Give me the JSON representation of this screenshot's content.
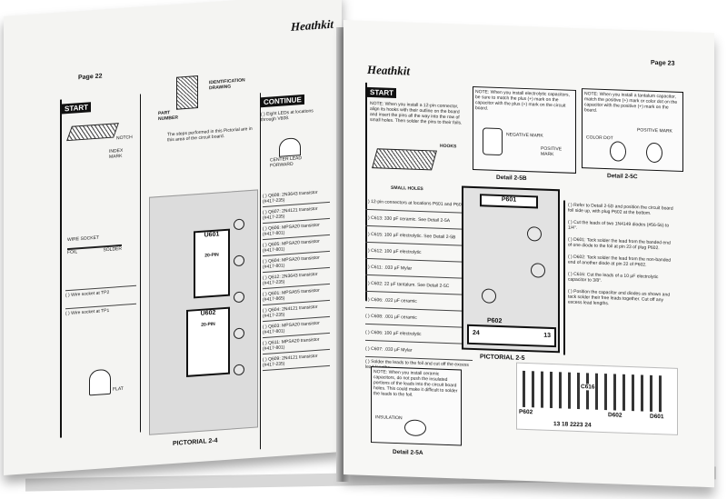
{
  "left_page": {
    "page_number": "Page 22",
    "logo": "Heathkit",
    "start_label": "START",
    "continue_label": "CONTINUE",
    "part_number_label": "PART NUMBER",
    "identification_drawing": "IDENTIFICATION DRAWING",
    "caption_note": "The steps performed in this Pictorial are in this area of the circuit board.",
    "step_led": "( ) Eight LEDs at locations through V608.",
    "step_wire_tp2": "( ) Wire socket at TP2",
    "step_wire_tp1": "( ) Wire socket at TP1",
    "notch": "NOTCH",
    "index_mark": "INDEX MARK",
    "foil": "FOIL",
    "solder": "SOLDER",
    "wire_socket": "WIRE SOCKET",
    "flat": "FLAT",
    "center_lead": "CENTER LEAD",
    "forward": "FORWARD",
    "chip_u601": "U601",
    "chip_u602": "U602",
    "chip_pin1": "20-PIN",
    "chip_pin2": "20-PIN",
    "pictorial_caption": "PICTORIAL 2-4",
    "parts": [
      "( ) Q608: 2N3643 transistor (#417-235)",
      "( ) Q607: 2N4121 transistor (#417-235)",
      "( ) Q606: MPSA20 transistor (#417-801)",
      "( ) Q605: MPSA20 transistor (#417-801)",
      "( ) Q604: MPSA20 transistor (#417-801)",
      "( ) Q612: 2N3643 transistor (#417-235)",
      "( ) Q601: MPSA55 transistor (#417-865)",
      "( ) Q604: 2N4121 transistor (#417-235)",
      "( ) Q603: MPSA20 transistor (#417-801)",
      "( ) Q611: MPSA20 transistor (#417-801)",
      "( ) Q609: 2N4121 transistor (#417-235)"
    ]
  },
  "right_page": {
    "page_number": "Page 23",
    "logo": "Heathkit",
    "start_label": "START",
    "hooks": "HOOKS",
    "small_holes": "SMALL HOLES",
    "detail_2_5b": "Detail 2-5B",
    "detail_2_5c": "Detail 2-5C",
    "detail_2_5a": "Detail 2-5A",
    "negative_mark": "NEGATIVE MARK",
    "positive_mark": "POSITIVE MARK",
    "color_dot": "COLOR DOT",
    "positive_mark_2": "POSITIVE MARK",
    "insulation": "INSULATION",
    "p601": "P601",
    "p602_board": "P602",
    "num_24": "24",
    "num_13": "13",
    "pictorial_caption": "PICTORIAL 2-5",
    "c616": "C616",
    "p602_detail": "P602",
    "d602": "D602",
    "d601": "D601",
    "detail_nums": "13 18 2223 24",
    "cap_list": [
      "( ) 12-pin connectors at locations P601 and P602",
      "( ) C613: 330 pF ceramic. See Detail 2-5A",
      "( ) C615: 100 µF electrolytic. See Detail 2-5B",
      "( ) C612: 100 µF electrolytic",
      "( ) C611: .033 µF Mylar",
      "( ) C602: 22 µF tantalum. See Detail 2-5C",
      "( ) C606: .022 µF ceramic",
      "( ) C608: .001 µF ceramic",
      "( ) C606: 100 µF electrolytic",
      "( ) C607: .033 µF Mylar",
      "( ) Solder the leads to the foil and cut off the excess lead lengths."
    ],
    "diode_steps": [
      "( ) Refer to Detail 2-5D and position the circuit board foil side up, with plug P602 at the bottom.",
      "( ) Cut the leads of two 1N4149 diodes (#56-56) to 1/4\".",
      "( ) D601: Tack solder the lead from the banded end of one diode to the foil at pin 23 of plug P602.",
      "( ) D602: Tack solder the lead from the non-banded end of another diode at pin 22 of P602.",
      "( ) C616: Cut the leads of a 10 µF electrolytic capacitor to 3/8\".",
      "( ) Position the capacitor and diodes as shown and tack solder their free leads together. Cut off any excess lead lengths."
    ],
    "note_top": "NOTE: When you install a 12-pin connector, align its hooks with their outline on the board and insert the pins all the way into the row of small holes. Then solder the pins to their foils.",
    "note_b": "NOTE: When you install electrolytic capacitors, be sure to match the plus (+) mark on the capacitor with the plus (+) mark on the circuit board.",
    "note_c": "NOTE: When you install a tantalum capacitor, match the positive (+) mark or color dot on the capacitor with the positive (+) mark on the board.",
    "note_a": "NOTE: When you install ceramic capacitors, do not push the insulated portions of the leads into the circuit board holes. This could make it difficult to solder the leads to the foil."
  }
}
